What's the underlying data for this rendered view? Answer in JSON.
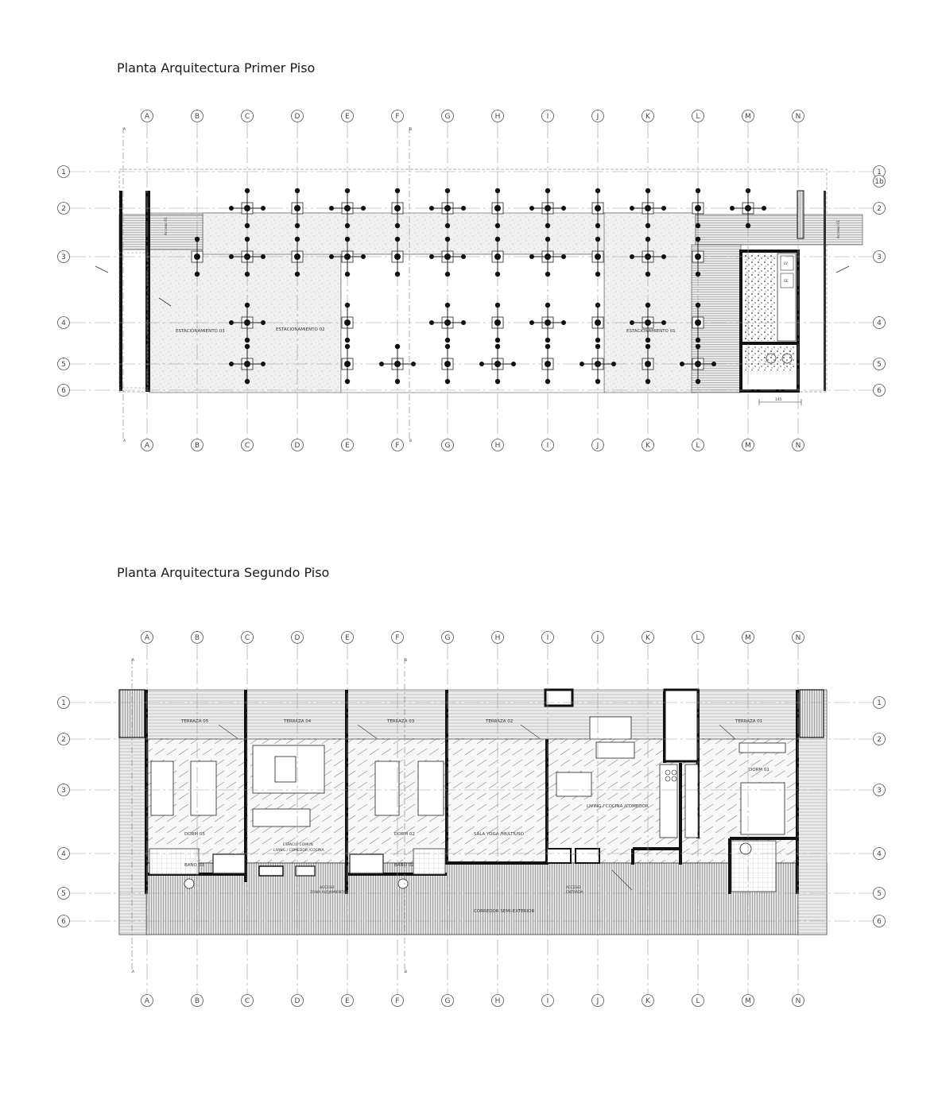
{
  "titles": {
    "first": "Planta Arquitectura Primer Piso",
    "second": "Planta Arquitectura Segundo Piso"
  },
  "grid": {
    "columns": [
      "A",
      "B",
      "C",
      "D",
      "E",
      "F",
      "G",
      "H",
      "I",
      "J",
      "K",
      "L",
      "M",
      "N"
    ],
    "rows": [
      "1",
      "2",
      "3",
      "4",
      "5",
      "6"
    ],
    "extra_row": "1b"
  },
  "section_marks": [
    "A",
    "B"
  ],
  "first_floor": {
    "rooms": [
      {
        "id": "est03",
        "label": "ESTACIONAMIENTO 03"
      },
      {
        "id": "est02",
        "label": "ESTACIONAMIENTO 02"
      },
      {
        "id": "est01",
        "label": "ESTACIONAMIENTO 01"
      }
    ],
    "access_left": "Acceso 01",
    "access_right": "Acceso 01",
    "dimension": "145",
    "core_labels": [
      "LV",
      "SE"
    ]
  },
  "second_floor": {
    "terraces": [
      {
        "id": "ter05",
        "label": "TERRAZA 05"
      },
      {
        "id": "ter04",
        "label": "TERRAZA 04"
      },
      {
        "id": "ter03",
        "label": "TERRAZA 03"
      },
      {
        "id": "ter02",
        "label": "TERRAZA 02"
      },
      {
        "id": "ter01",
        "label": "TERRAZA 01"
      }
    ],
    "rooms": [
      {
        "id": "dorm05",
        "label": "DORM 05"
      },
      {
        "id": "dorm02",
        "label": "DORM 02"
      },
      {
        "id": "dorm01",
        "label": "DORM 01"
      },
      {
        "id": "bano03",
        "label": "BAÑO 03"
      },
      {
        "id": "bano02",
        "label": "BAÑO 02"
      },
      {
        "id": "sala",
        "label": "SALA YOGA /MULTIUSO"
      },
      {
        "id": "living",
        "label": "LIVING / COCINA /COMEDOR"
      },
      {
        "id": "comun1",
        "label": "ESPACIO COMUN"
      },
      {
        "id": "comun2",
        "label": "LIVING / COMEDOR /COCINA"
      },
      {
        "id": "acceso1",
        "label": "ACCESO"
      },
      {
        "id": "acceso1b",
        "label": "ZONA ALOJAMIENTO"
      },
      {
        "id": "acceso2",
        "label": "ACCESO"
      },
      {
        "id": "acceso2b",
        "label": "ENTRADA"
      },
      {
        "id": "corredor",
        "label": "CORREDOR SEMI-EXTERIOR"
      }
    ]
  }
}
